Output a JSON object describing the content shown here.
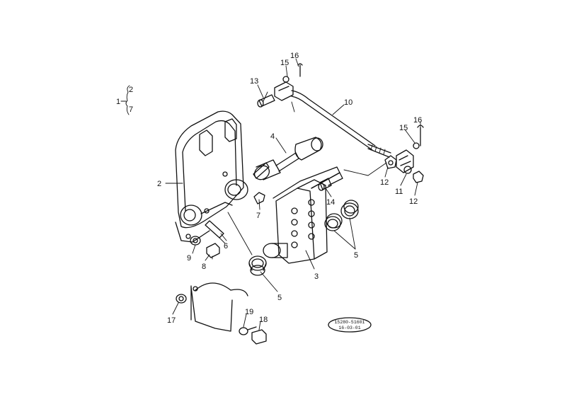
{
  "callouts": {
    "c1": "1",
    "c2a": "2",
    "c7a": "7",
    "c2": "2",
    "c4": "4",
    "c7": "7",
    "c13": "13",
    "c15a": "15",
    "c16a": "16",
    "c10": "10",
    "c15b": "15",
    "c16b": "16",
    "c12a": "12",
    "c11": "11",
    "c12b": "12",
    "c14": "14",
    "c9": "9",
    "c8": "8",
    "c6": "6",
    "c3": "3",
    "c5a": "5",
    "c5b": "5",
    "c17": "17",
    "c19": "19",
    "c18": "18"
  },
  "stamp": {
    "line1": "15280-51601",
    "line2": "16-03-01"
  }
}
